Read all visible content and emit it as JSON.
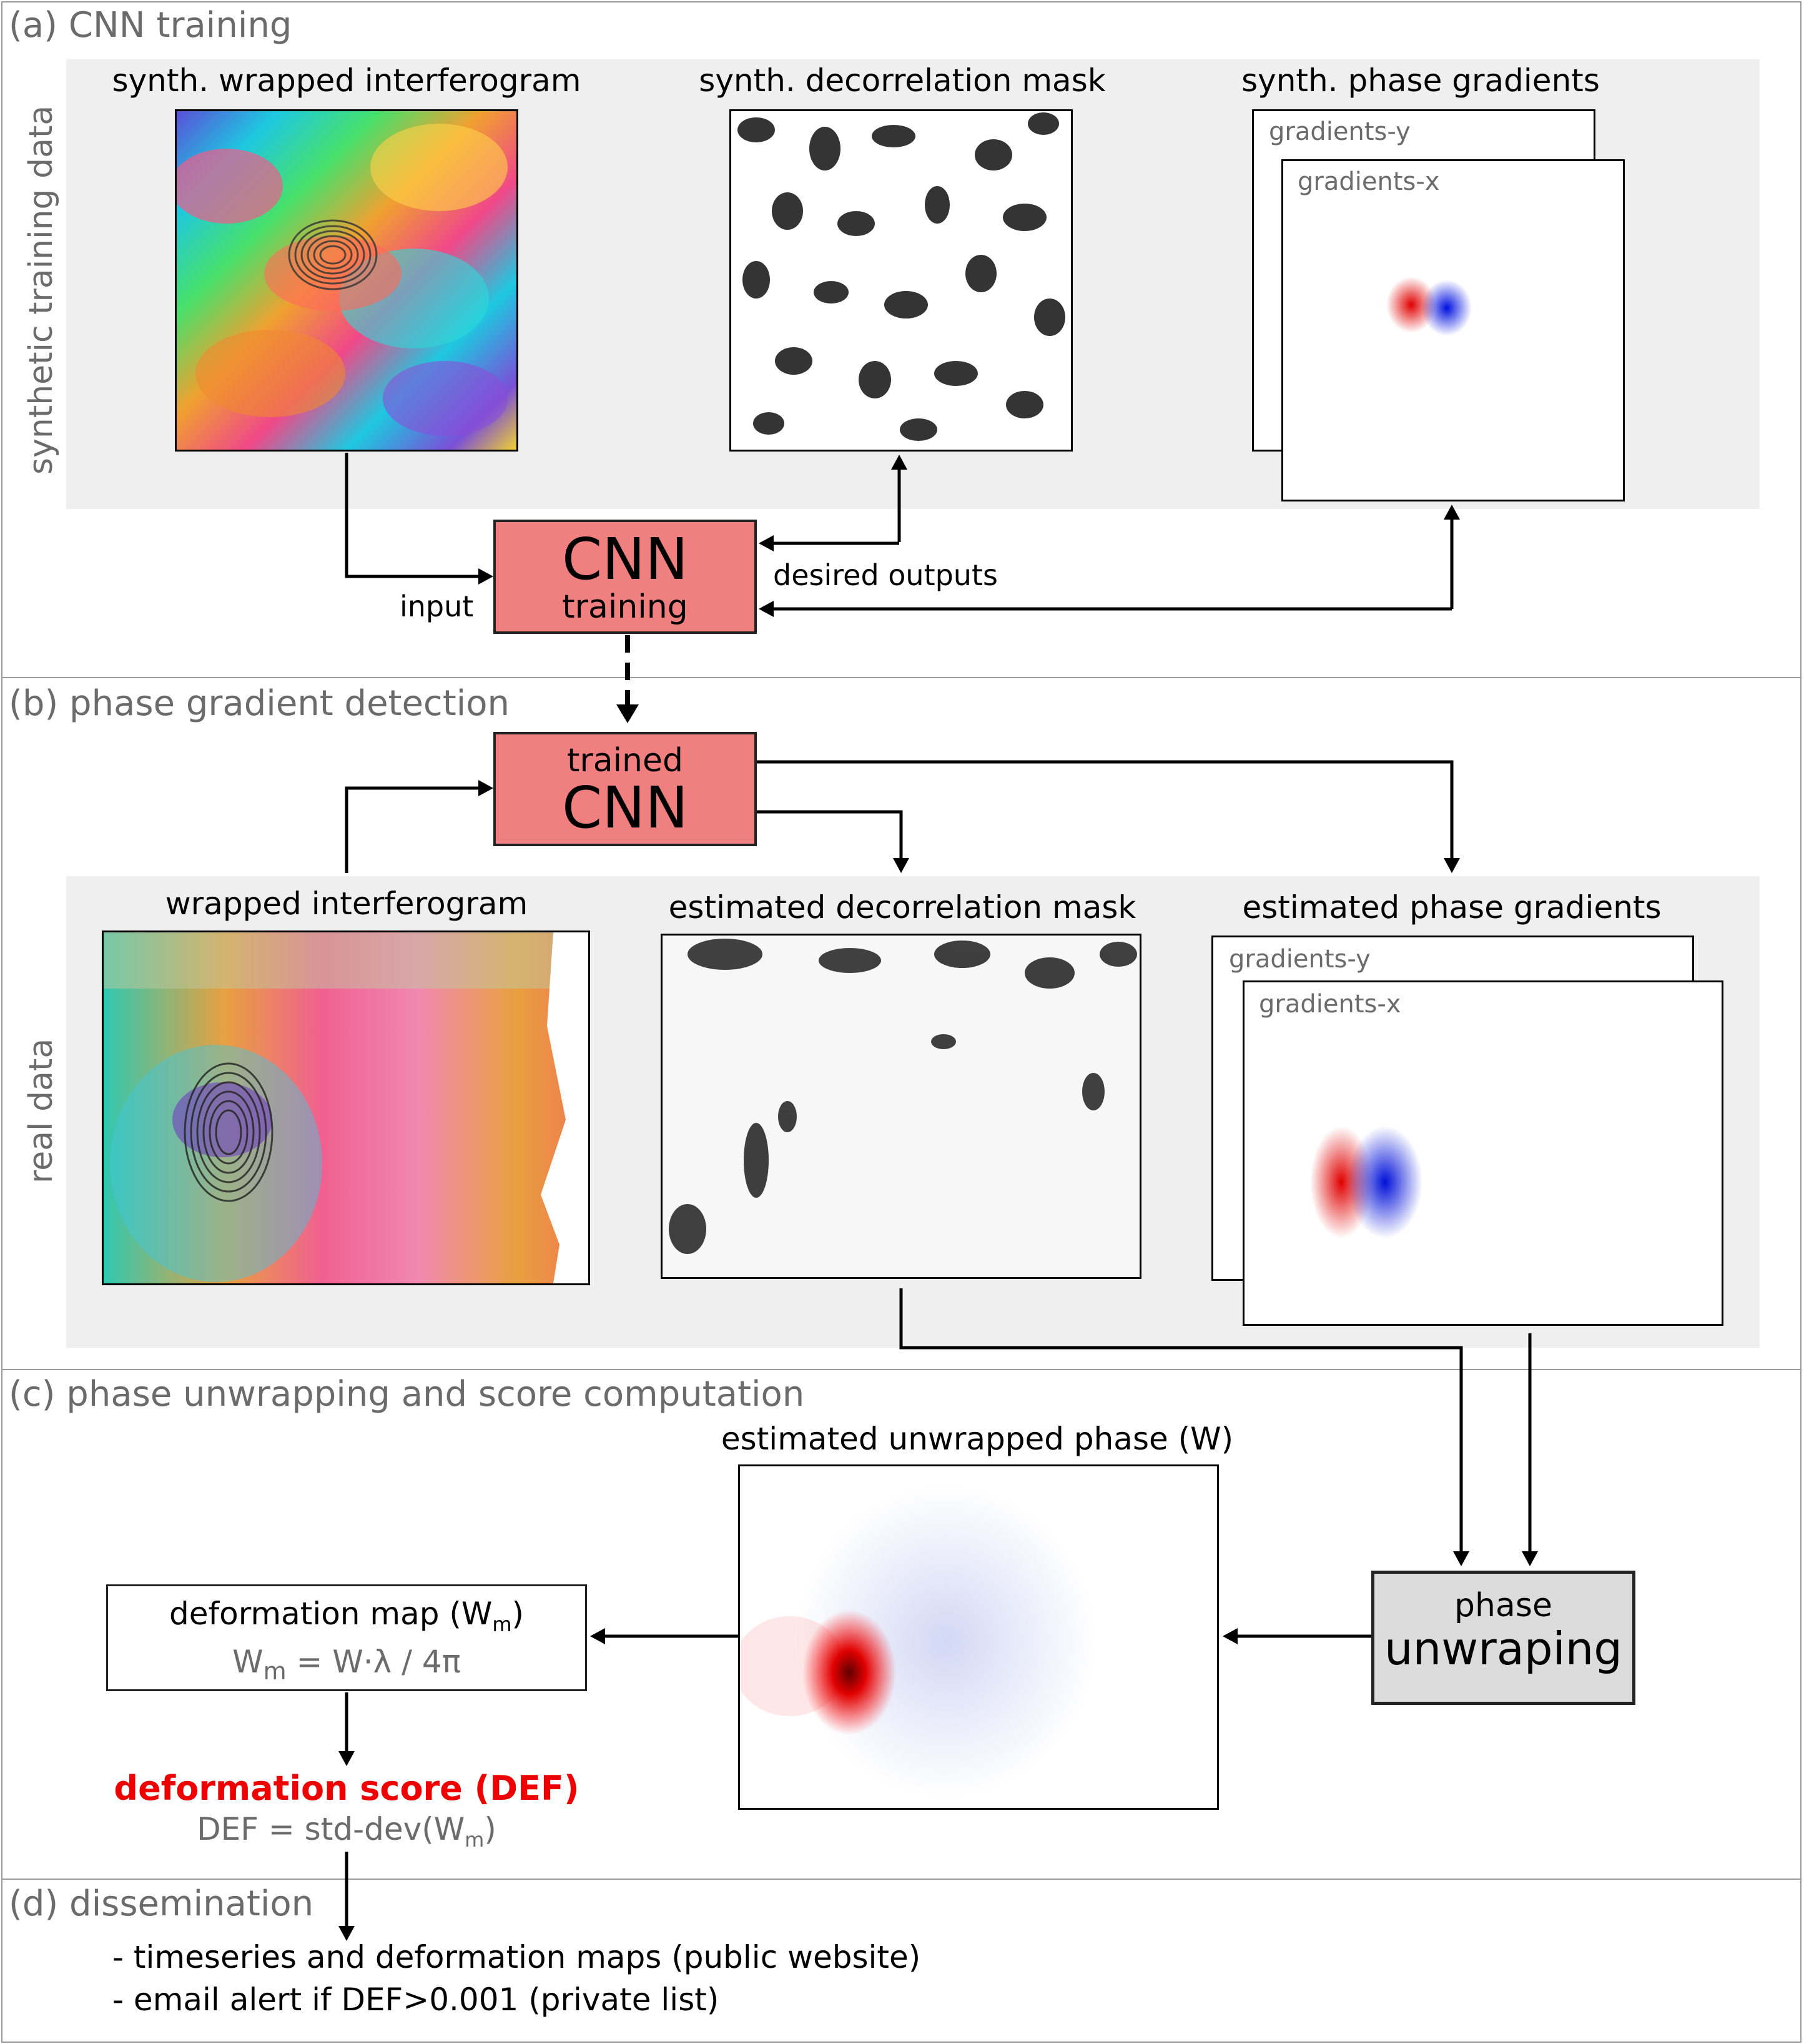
{
  "sections": {
    "a": "(a) CNN training",
    "b": "(b) phase gradient detection",
    "c": "(c) phase unwrapping and score computation",
    "d": "(d) dissemination"
  },
  "side_labels": {
    "synthetic": "synthetic training data",
    "real": "real data"
  },
  "training": {
    "interferogram_title": "synth. wrapped interferogram",
    "mask_title": "synth. decorrelation mask",
    "gradients_title": "synth. phase gradients",
    "gradients_y": "gradients-y",
    "gradients_x": "gradients-x",
    "cnn_big": "CNN",
    "cnn_small": "training",
    "input_label": "input",
    "desired_outputs": "desired outputs"
  },
  "detection": {
    "cnn_small": "trained",
    "cnn_big": "CNN",
    "interferogram_title": "wrapped interferogram",
    "mask_title": "estimated decorrelation mask",
    "gradients_title": "estimated phase gradients",
    "gradients_y": "gradients-y",
    "gradients_x": "gradients-x"
  },
  "unwrapping": {
    "phase_title": "estimated unwrapped phase (W)",
    "box_small": "phase",
    "box_big": "unwraping",
    "defmap_title_pre": "deformation map (W",
    "defmap_title_sub": "m",
    "defmap_title_post": ")",
    "defmap_formula_pre": "W",
    "defmap_formula_sub": "m",
    "defmap_formula_post": " = W·λ / 4π",
    "score_title": "deformation score (DEF)",
    "score_formula_pre": "DEF = std-dev(W",
    "score_formula_sub": "m",
    "score_formula_post": ")"
  },
  "dissemination": {
    "items": [
      "- timeseries and deformation maps (public website)",
      "- email alert if DEF>0.001 (private list)"
    ]
  },
  "colors": {
    "cnn_box": "#f08080",
    "section_text": "#6b6b6b",
    "score_red": "#ee0000",
    "panel_grey": "#efefef"
  }
}
